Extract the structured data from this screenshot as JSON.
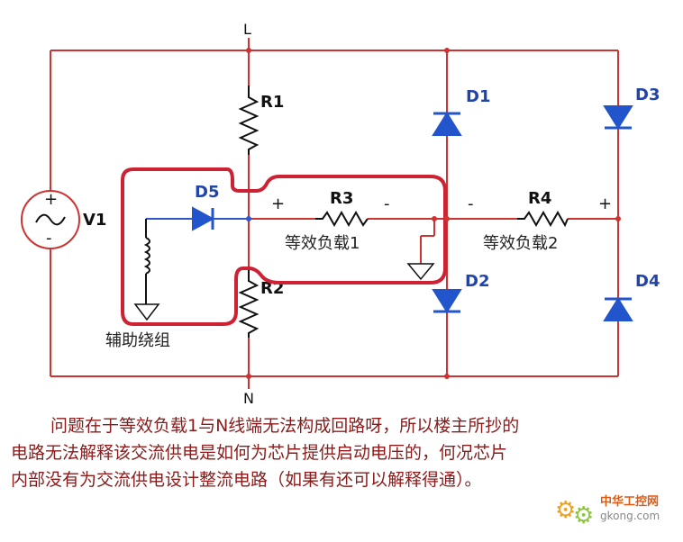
{
  "node_labels": {
    "top": "L",
    "bottom": "N"
  },
  "components": {
    "R1": "R1",
    "R2": "R2",
    "R3": "R3",
    "R4": "R4",
    "D1": "D1",
    "D2": "D2",
    "D3": "D3",
    "D4": "D4",
    "D5": "D5",
    "V1": "V1"
  },
  "polarity": {
    "r3_plus": "+",
    "r3_minus": "-",
    "r4_minus": "-",
    "r4_plus": "+",
    "v1_plus": "+",
    "v1_minus": "-"
  },
  "annotations": {
    "load1": "等效负载1",
    "load2": "等效负载2",
    "aux_winding": "辅助绕组"
  },
  "note": {
    "line1": "问题在于等效负载1与N线端无法构成回路呀，所以楼主所抄的",
    "line2": "电路无法解释该交流供电是如何为芯片提供启动电压的，何况芯片",
    "line3": "内部没有为交流供电设计整流电路（如果有还可以解释得通）。"
  },
  "watermark": {
    "name": "中华工控网",
    "url": "gkong.com"
  },
  "colors": {
    "wire": "#cc3333",
    "diode": "#2255cc",
    "note": "#8b1a1a"
  }
}
